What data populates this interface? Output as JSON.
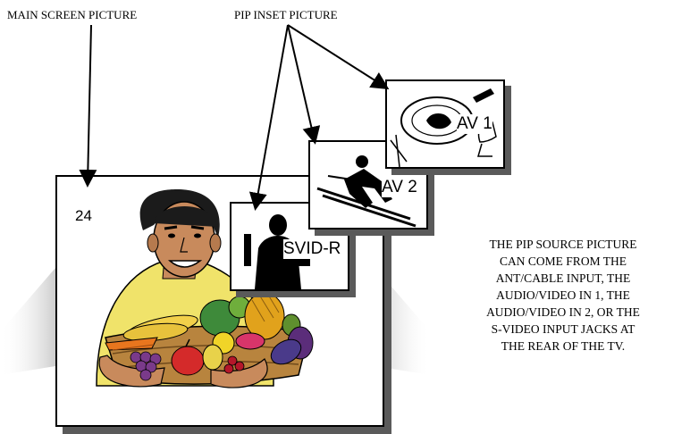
{
  "labels": {
    "main_screen": "MAIN SCREEN PICTURE",
    "pip_inset": "PIP INSET PICTURE"
  },
  "main_screen": {
    "channel": "24"
  },
  "insets": [
    {
      "label": "SVID-R"
    },
    {
      "label": "AV 2"
    },
    {
      "label": "AV 1"
    }
  ],
  "caption": {
    "lines": [
      "THE PIP SOURCE PICTURE",
      "CAN COME FROM THE",
      "ANT/CABLE INPUT, THE",
      "AUDIO/VIDEO IN 1, THE",
      "AUDIO/VIDEO IN 2, OR THE",
      "S-VIDEO INPUT JACKS AT",
      "THE REAR OF THE TV."
    ]
  }
}
